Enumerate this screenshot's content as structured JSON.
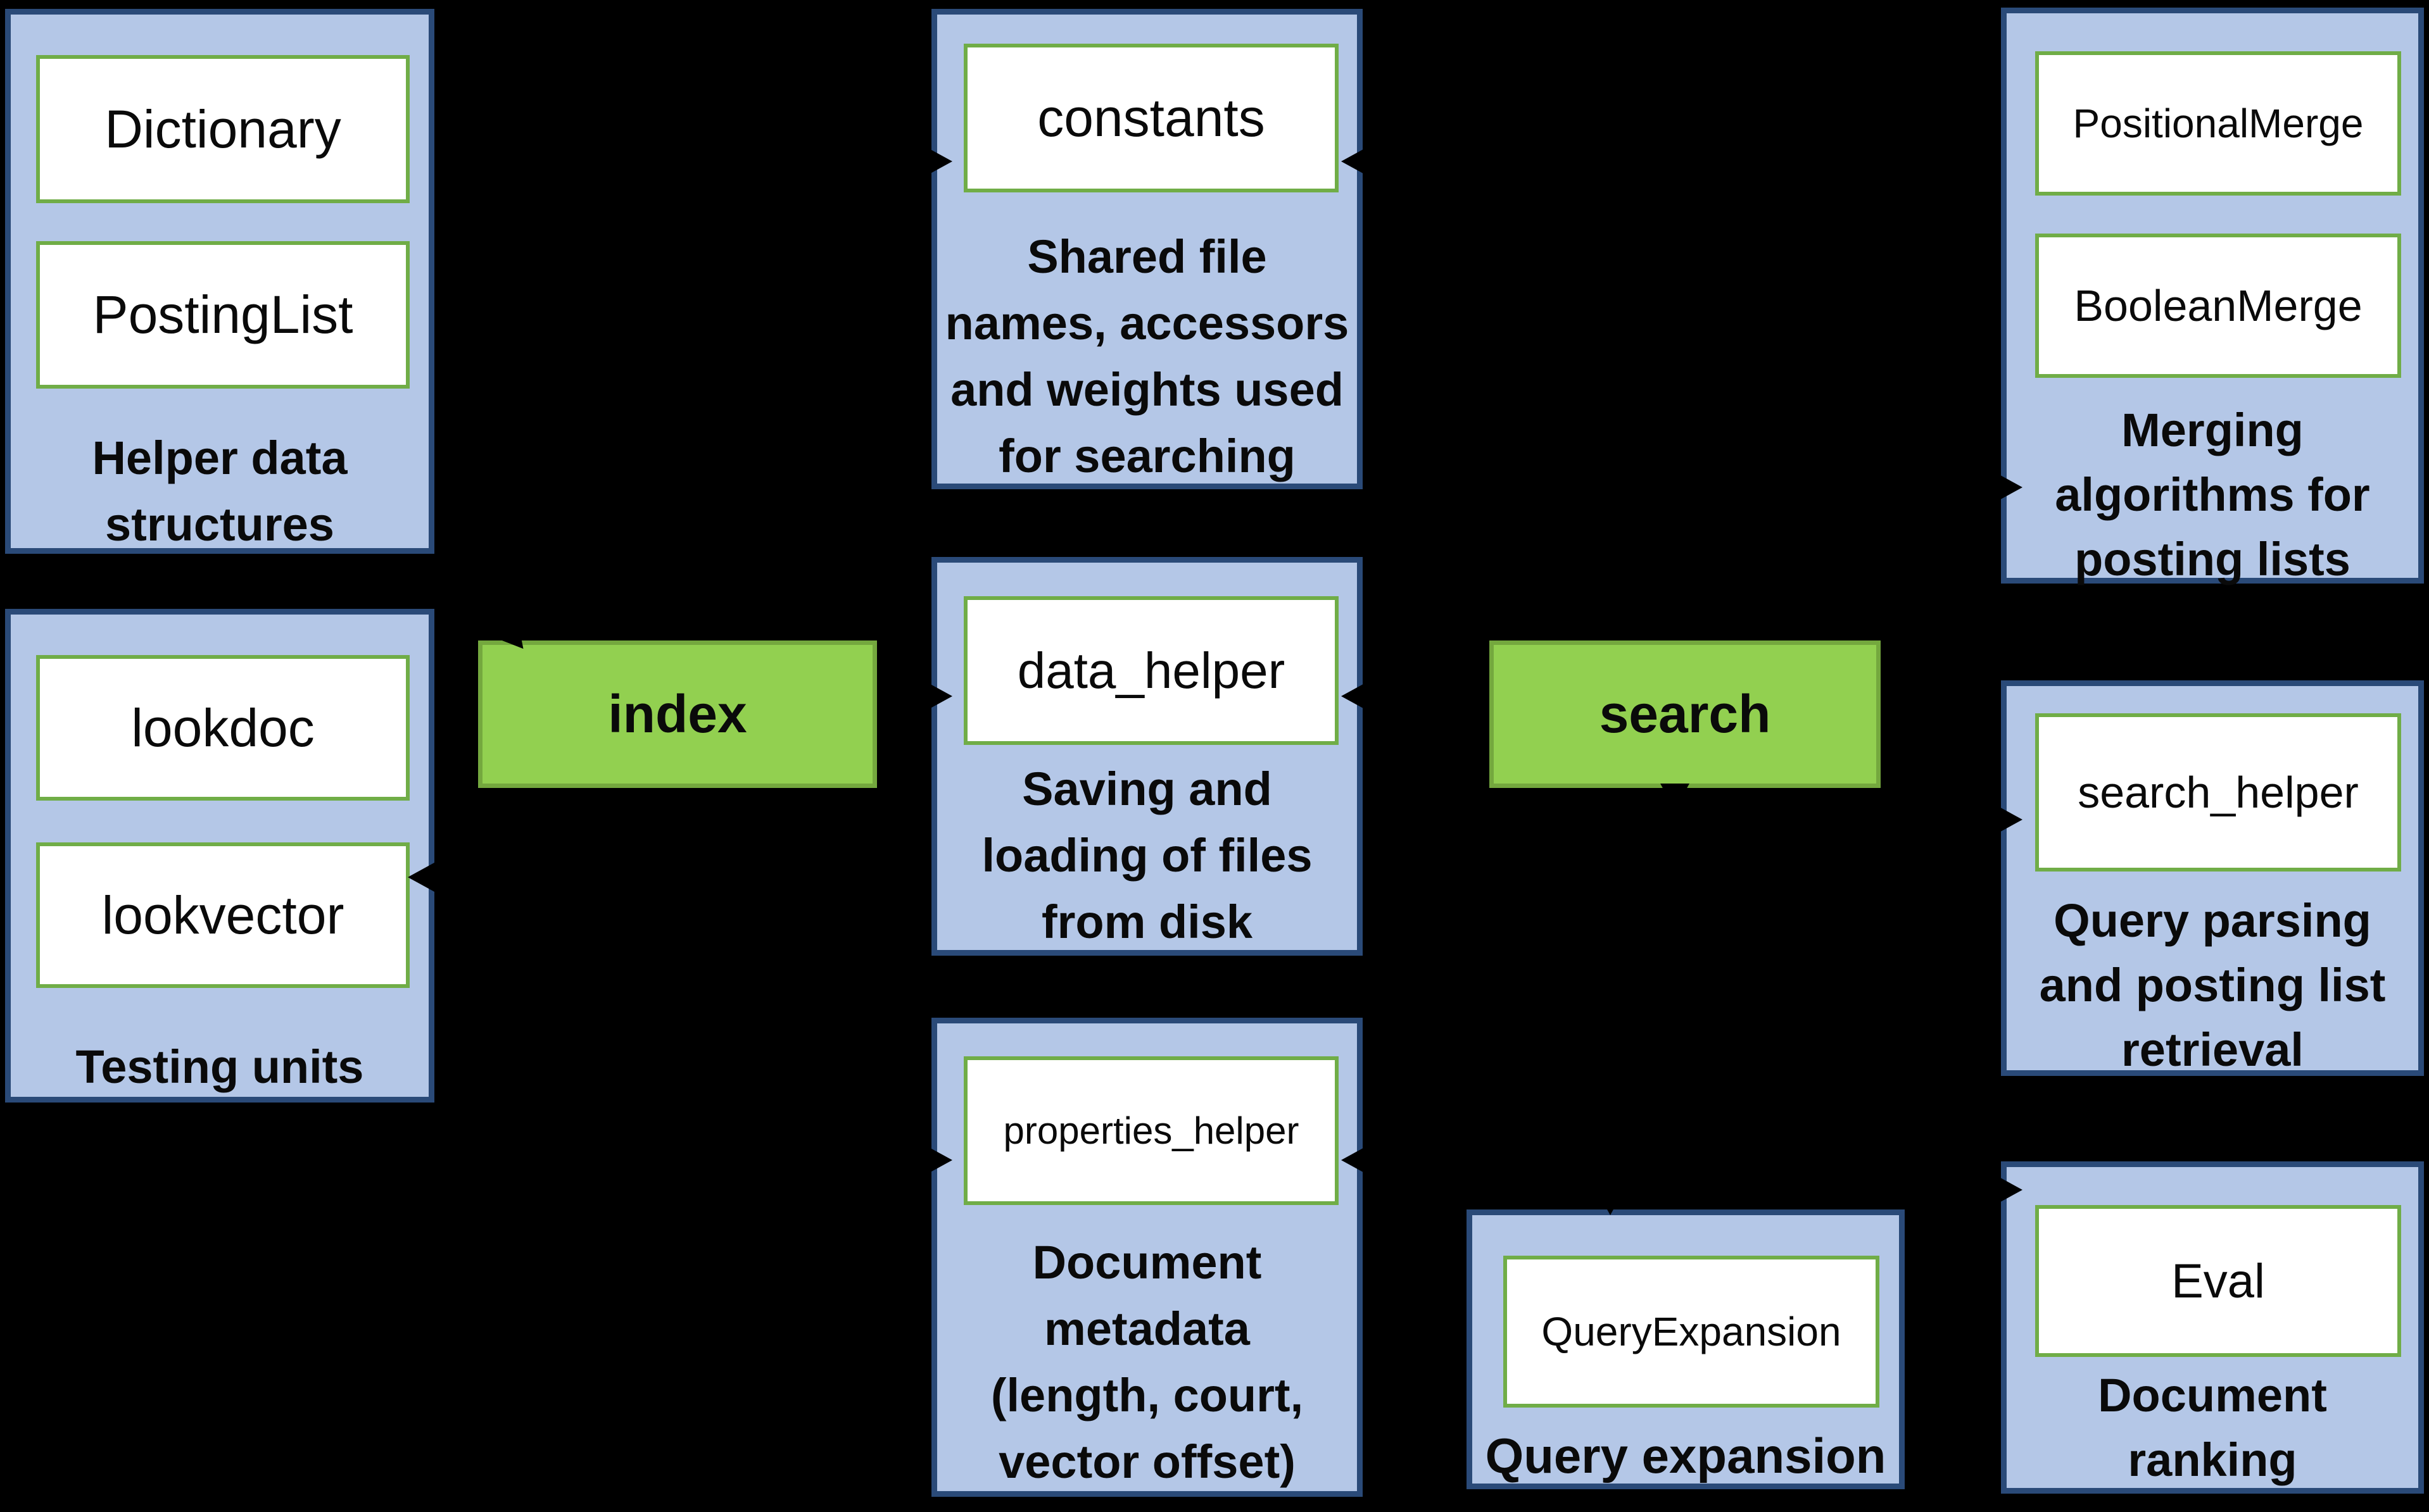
{
  "diagram": {
    "background_color": "#000000",
    "colors": {
      "module_fill": "#b4c7e7",
      "module_border": "#2a4a78",
      "unit_fill": "#ffffff",
      "unit_border": "#70ad47",
      "package_fill": "#92d050",
      "package_border": "#74a83e",
      "text": "#0a0a0a"
    },
    "packages": {
      "index": {
        "label": "index"
      },
      "search": {
        "label": "search"
      }
    },
    "modules": {
      "helper_data": {
        "units": [
          "Dictionary",
          "PostingList"
        ],
        "caption": "Helper data\nstructures"
      },
      "testing": {
        "units": [
          "lookdoc",
          "lookvector"
        ],
        "caption": "Testing units"
      },
      "constants": {
        "units": [
          "constants"
        ],
        "caption": "Shared file\nnames, accessors\nand weights used\nfor searching"
      },
      "data_helper": {
        "units": [
          "data_helper"
        ],
        "caption": "Saving and\nloading of files\nfrom disk"
      },
      "properties_helper": {
        "units": [
          "properties_helper"
        ],
        "caption": "Document\nmetadata\n(length, court,\nvector offset)"
      },
      "merging": {
        "units": [
          "PositionalMerge",
          "BooleanMerge"
        ],
        "caption": "Merging\nalgorithms for\nposting lists"
      },
      "search_helper": {
        "units": [
          "search_helper"
        ],
        "caption": "Query parsing\nand posting list\nretrieval"
      },
      "eval": {
        "units": [
          "Eval"
        ],
        "caption": "Document\nranking"
      },
      "query_expansion": {
        "units": [
          "QueryExpansion"
        ],
        "caption": "Query expansion"
      }
    }
  }
}
